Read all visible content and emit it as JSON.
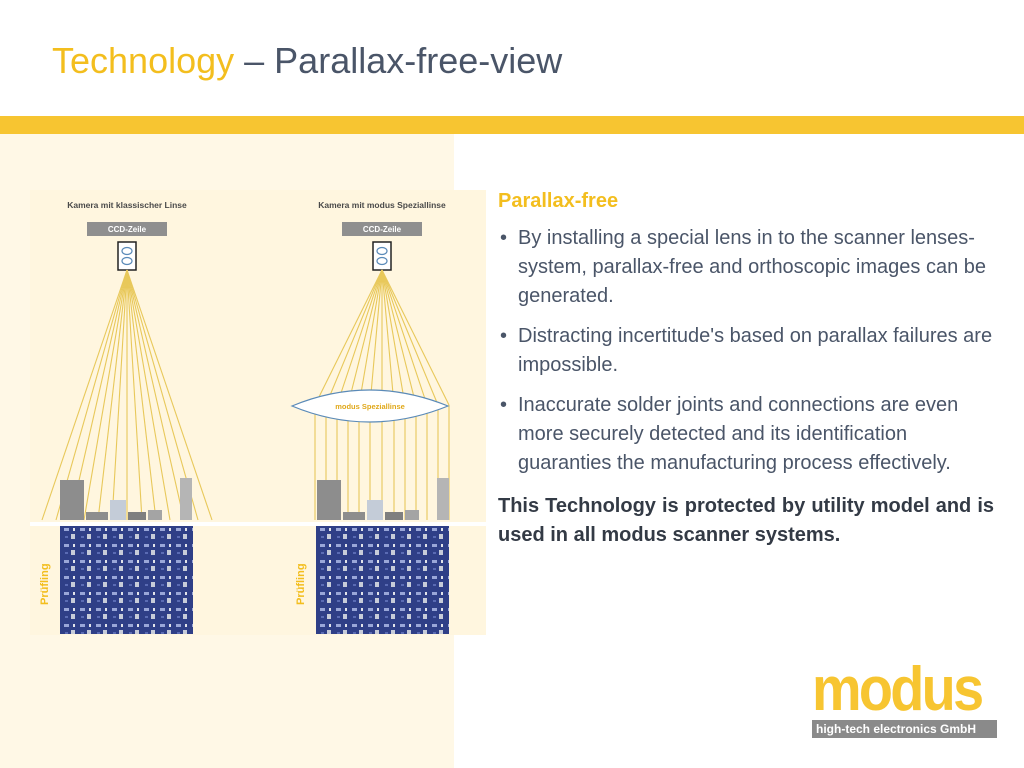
{
  "title": {
    "accent": "Technology",
    "rest": " – Parallax-free-view"
  },
  "diagram": {
    "left": {
      "title": "Kamera mit klassischer Linse",
      "sensor": "CCD-Zeile",
      "side_label": "Prüfling"
    },
    "right": {
      "title": "Kamera mit modus Speziallinse",
      "sensor": "CCD-Zeile",
      "lens_label": "modus Speziallinse",
      "side_label": "Prüfling"
    }
  },
  "content": {
    "heading": "Parallax-free",
    "bullets": [
      "By installing a special lens in to the scanner lenses-system, parallax-free and orthoscopic images can be generated.",
      "Distracting incertitude's based on parallax failures are impossible.",
      "Inaccurate solder joints and connections are even more securely detected and its identification guaranties the manufacturing process effectively."
    ],
    "note": "This Technology is protected by utility model and is used in all modus scanner systems."
  },
  "logo": {
    "word": "modus",
    "tagline": "high-tech electronics GmbH"
  },
  "colors": {
    "accent": "#f3be1e",
    "bar": "#f7c531",
    "text": "#4a5568"
  }
}
